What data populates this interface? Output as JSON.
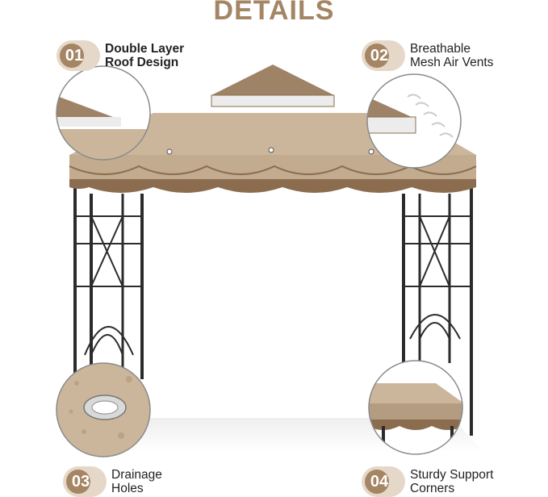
{
  "header": {
    "title": "DETAILS"
  },
  "features": [
    {
      "number": "01",
      "line1": "Double Layer",
      "line2": "Roof Design"
    },
    {
      "number": "02",
      "line1": "Breathable",
      "line2": "Mesh Air Vents"
    },
    {
      "number": "03",
      "line1": "Drainage",
      "line2": "Holes"
    },
    {
      "number": "04",
      "line1": "Sturdy Support",
      "line2": "Corners"
    }
  ],
  "colors": {
    "accent": "#a48564",
    "badge_bg": "#e6d8c8",
    "canopy": "#cbb69b",
    "canopy_dark": "#8c6c4e",
    "frame": "#2b2b2b"
  }
}
